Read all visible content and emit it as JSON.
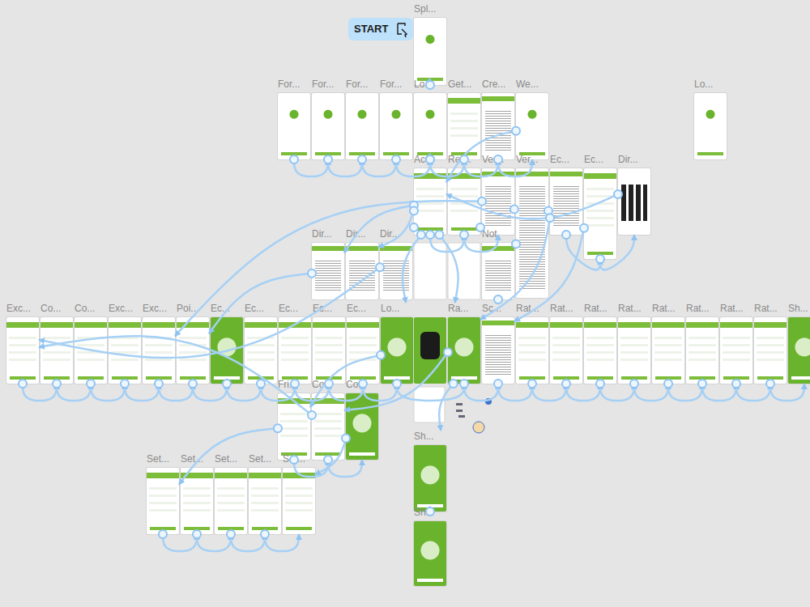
{
  "diagram": {
    "nodes": [
      {
        "text": [
          "Spl..."
        ]
      },
      {
        "text": [
          "For..."
        ]
      },
      {
        "text": [
          "For..."
        ]
      },
      {
        "text": [
          "For..."
        ]
      },
      {
        "text": [
          "For..."
        ]
      },
      {
        "text": [
          "Lo..."
        ]
      },
      {
        "text": [
          "Get..."
        ]
      },
      {
        "text": [
          "Cre..."
        ]
      },
      {
        "text": [
          "We..."
        ]
      },
      {
        "text": [
          "Lo..."
        ]
      },
      {
        "text": [
          "Ac..."
        ]
      },
      {
        "text": [
          "Ret..."
        ]
      },
      {
        "text": [
          "Ver..."
        ]
      },
      {
        "text": [
          "Ver..."
        ]
      },
      {
        "text": [
          "Ec..."
        ]
      },
      {
        "text": [
          "Ec..."
        ]
      },
      {
        "text": [
          "Dir..."
        ]
      },
      {
        "text": [
          "Dir..."
        ]
      },
      {
        "text": [
          "Dir..."
        ]
      },
      {
        "text": [
          "Dir..."
        ]
      },
      {
        "text": [
          "Not"
        ]
      },
      {
        "text": [
          "Exc..."
        ]
      },
      {
        "text": [
          "Co..."
        ]
      },
      {
        "text": [
          "Co..."
        ]
      },
      {
        "text": [
          "Exc..."
        ]
      },
      {
        "text": [
          "Exc..."
        ]
      },
      {
        "text": [
          "Poi..."
        ]
      },
      {
        "text": [
          "Ec..."
        ]
      },
      {
        "text": [
          "Ec..."
        ]
      },
      {
        "text": [
          "Ec..."
        ]
      },
      {
        "text": [
          "Ec..."
        ]
      },
      {
        "text": [
          "Ec..."
        ]
      },
      {
        "text": [
          "Lo..."
        ]
      },
      {
        "text": [
          "Ra..."
        ]
      },
      {
        "text": [
          "Sc..."
        ]
      },
      {
        "text": [
          "Rat..."
        ]
      },
      {
        "text": [
          "Rat..."
        ]
      },
      {
        "text": [
          "Rat..."
        ]
      },
      {
        "text": [
          "Rat..."
        ]
      },
      {
        "text": [
          "Rat..."
        ]
      },
      {
        "text": [
          "Rat..."
        ]
      },
      {
        "text": [
          "Rat..."
        ]
      },
      {
        "text": [
          "Rat..."
        ]
      },
      {
        "text": [
          "Sh..."
        ]
      },
      {
        "text": [
          "Fri..."
        ]
      },
      {
        "text": [
          "Co..."
        ]
      },
      {
        "text": [
          "Co..."
        ]
      },
      {
        "text": [
          "Set..."
        ]
      },
      {
        "text": [
          "Set..."
        ]
      },
      {
        "text": [
          "Set..."
        ]
      },
      {
        "text": [
          "Set..."
        ]
      },
      {
        "text": [
          "Set..."
        ]
      },
      {
        "text": [
          "Sh..."
        ]
      },
      {
        "text": [
          "Sh..."
        ]
      }
    ],
    "edges": [
      {
        "from": 1,
        "to": 2,
        "arrow": "to"
      },
      {
        "from": 2,
        "to": 3,
        "arrow": "to"
      },
      {
        "from": 3,
        "to": 4,
        "arrow": "to"
      },
      {
        "from": 4,
        "to": 5,
        "arrow": "to"
      },
      {
        "from": 5,
        "to": 6,
        "arrow": "to"
      },
      {
        "from": 6,
        "to": 7,
        "arrow": "to"
      },
      {
        "from": 7,
        "to": 8,
        "arrow": "to"
      },
      {
        "from": 0,
        "to": 5,
        "arrow": "to"
      },
      {
        "from": 8,
        "to": 10,
        "arrow": "to"
      },
      {
        "from": 5,
        "to": 10,
        "arrow": "to"
      },
      {
        "from": 10,
        "to": 11,
        "arrow": "to"
      },
      {
        "from": 11,
        "to": 12,
        "arrow": "to"
      },
      {
        "from": 12,
        "to": 13,
        "arrow": "to"
      },
      {
        "from": 13,
        "to": 14,
        "arrow": "to"
      },
      {
        "from": 14,
        "to": 15,
        "arrow": "to"
      },
      {
        "from": 15,
        "to": 16,
        "arrow": "to"
      },
      {
        "from": 10,
        "to": 17,
        "arrow": "to"
      },
      {
        "from": 10,
        "to": 18,
        "arrow": "to"
      },
      {
        "from": 10,
        "to": 19,
        "arrow": "to"
      },
      {
        "from": 11,
        "to": 20,
        "arrow": "to"
      },
      {
        "from": 13,
        "to": 20,
        "arrow": "to"
      },
      {
        "from": 16,
        "to": 10,
        "arrow": "to"
      },
      {
        "from": 21,
        "to": 22,
        "arrow": "to"
      },
      {
        "from": 22,
        "to": 23,
        "arrow": "to"
      },
      {
        "from": 23,
        "to": 24,
        "arrow": "to"
      },
      {
        "from": 24,
        "to": 25,
        "arrow": "to"
      },
      {
        "from": 25,
        "to": 26,
        "arrow": "to"
      },
      {
        "from": 26,
        "to": 27,
        "arrow": "to"
      },
      {
        "from": 27,
        "to": 28,
        "arrow": "to"
      },
      {
        "from": 28,
        "to": 29,
        "arrow": "to"
      },
      {
        "from": 29,
        "to": 30,
        "arrow": "to"
      },
      {
        "from": 30,
        "to": 31,
        "arrow": "to"
      },
      {
        "from": 31,
        "to": 32,
        "arrow": "to"
      },
      {
        "from": 32,
        "to": 33,
        "arrow": "to"
      },
      {
        "from": 33,
        "to": 34,
        "arrow": "to"
      },
      {
        "from": 34,
        "to": 35,
        "arrow": "to"
      },
      {
        "from": 35,
        "to": 36,
        "arrow": "to"
      },
      {
        "from": 36,
        "to": 37,
        "arrow": "to"
      },
      {
        "from": 37,
        "to": 38,
        "arrow": "to"
      },
      {
        "from": 38,
        "to": 39,
        "arrow": "to"
      },
      {
        "from": 39,
        "to": 40,
        "arrow": "to"
      },
      {
        "from": 40,
        "to": 41,
        "arrow": "to"
      },
      {
        "from": 41,
        "to": 42,
        "arrow": "to"
      },
      {
        "from": 42,
        "to": 43,
        "arrow": "to"
      },
      {
        "from": 32,
        "to": 44,
        "arrow": "to"
      },
      {
        "from": 33,
        "to": 45,
        "arrow": "to"
      },
      {
        "from": 44,
        "to": 45,
        "arrow": "to"
      },
      {
        "from": 45,
        "to": 46,
        "arrow": "to"
      },
      {
        "from": 44,
        "to": 47,
        "arrow": "to"
      },
      {
        "from": 47,
        "to": 48,
        "arrow": "to"
      },
      {
        "from": 48,
        "to": 49,
        "arrow": "to"
      },
      {
        "from": 49,
        "to": 50,
        "arrow": "to"
      },
      {
        "from": 50,
        "to": 51,
        "arrow": "to"
      },
      {
        "from": 46,
        "to": 51,
        "arrow": "to"
      },
      {
        "from": 33,
        "to": 52,
        "arrow": "to"
      },
      {
        "from": 52,
        "to": 53,
        "arrow": "to"
      },
      {
        "from": 10,
        "to": 32,
        "arrow": "to"
      },
      {
        "from": 10,
        "to": 33,
        "arrow": "to"
      },
      {
        "from": 17,
        "to": 26,
        "arrow": "to"
      },
      {
        "from": 14,
        "to": 33,
        "arrow": "to"
      },
      {
        "from": 12,
        "to": 25,
        "arrow": "to"
      },
      {
        "from": 19,
        "to": 21,
        "arrow": "to"
      },
      {
        "from": 20,
        "to": 34,
        "arrow": "to"
      },
      {
        "from": 15,
        "to": 34,
        "arrow": "to"
      },
      {
        "from": 45,
        "to": 21,
        "arrow": "to"
      }
    ],
    "labels": [
      "START"
    ]
  }
}
